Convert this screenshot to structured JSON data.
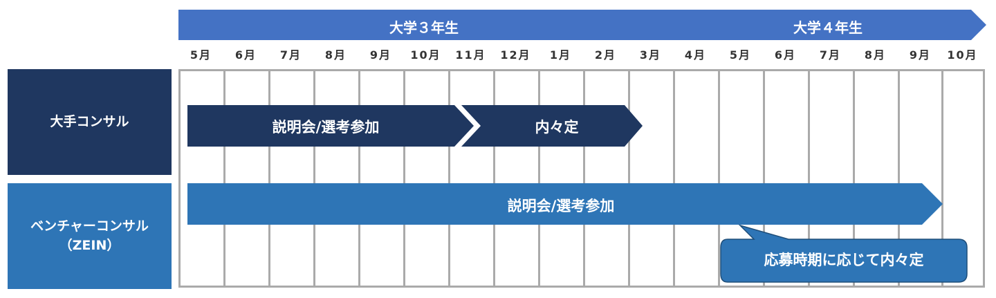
{
  "timeline": {
    "years": [
      {
        "label": "大学３年生",
        "color": "#4472c4"
      },
      {
        "label": "大学４年生",
        "color": "#4472c4"
      }
    ],
    "months": [
      "5月",
      "6月",
      "7月",
      "8月",
      "9月",
      "10月",
      "11月",
      "12月",
      "1月",
      "2月",
      "3月",
      "4月",
      "5月",
      "6月",
      "7月",
      "8月",
      "9月",
      "10月"
    ]
  },
  "rows": [
    {
      "label": "大手コンサル",
      "color": "#1f3760",
      "phases": [
        {
          "label": "説明会/選考参加",
          "start_month": "5月",
          "end_month": "10月"
        },
        {
          "label": "内々定",
          "start_month": "11月",
          "end_month": "3月"
        }
      ]
    },
    {
      "label_lines": [
        "ベンチャーコンサル",
        "（ZEIN）"
      ],
      "color": "#2e75b6",
      "phases": [
        {
          "label": "説明会/選考参加",
          "start_month": "5月",
          "end_month": "9月"
        }
      ],
      "callout": "応募時期に応じて内々定"
    }
  ]
}
